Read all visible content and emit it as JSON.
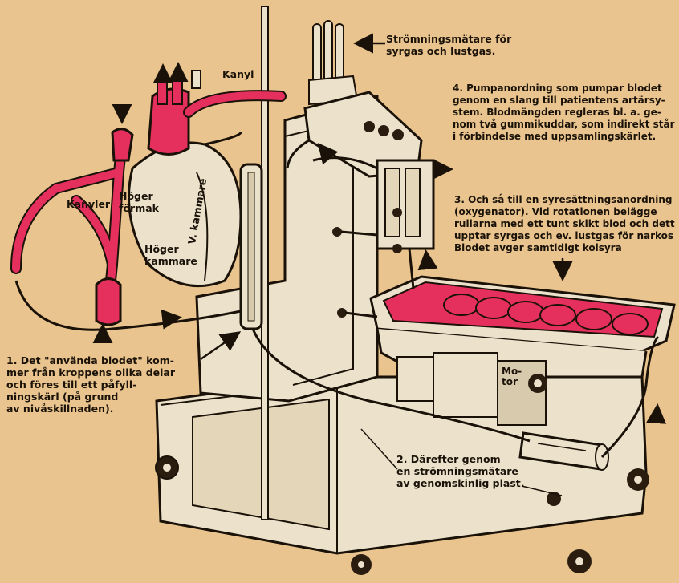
{
  "palette": {
    "background": "#e9c48e",
    "blood": "#e5305e",
    "outline": "#1a1208",
    "machine": "#ece2cc"
  },
  "labels": {
    "flowmeter_top": [
      "Strömningsmätare för",
      "syrgas och lustgas."
    ],
    "kanyl": "Kanyl",
    "kanyler": "Kanyler",
    "hoger_formak": [
      "Höger",
      "förmak"
    ],
    "hoger_kammare": [
      "Höger",
      "kammare"
    ],
    "v_kammare": "V. kammare",
    "motor": [
      "Mo-",
      "tor"
    ],
    "step1": [
      "1. Det \"använda blodet\" kom-",
      "mer från kroppens olika delar",
      "och föres till ett påfyll-",
      "ningskärl (på grund",
      "av nivåskillnaden)."
    ],
    "step2": [
      "2. Därefter genom",
      "en strömningsmätare",
      "av genomskinlig plast."
    ],
    "step3": [
      "3. Och så till en syresättningsanordning",
      "(oxygenator). Vid rotationen belägge",
      "rullarna med ett tunt skikt blod och dett",
      "upptar syrgas och ev. lustgas för narkos",
      "Blodet avger samtidigt kolsyra"
    ],
    "step4": [
      "4. Pumpanordning som pumpar blodet",
      "genom en slang till patientens artärsy-",
      "stem. Blodmängden regleras bl. a. ge-",
      "nom två gummikuddar, som indirekt står",
      "i förbindelse med uppsamlingskärlet."
    ]
  }
}
